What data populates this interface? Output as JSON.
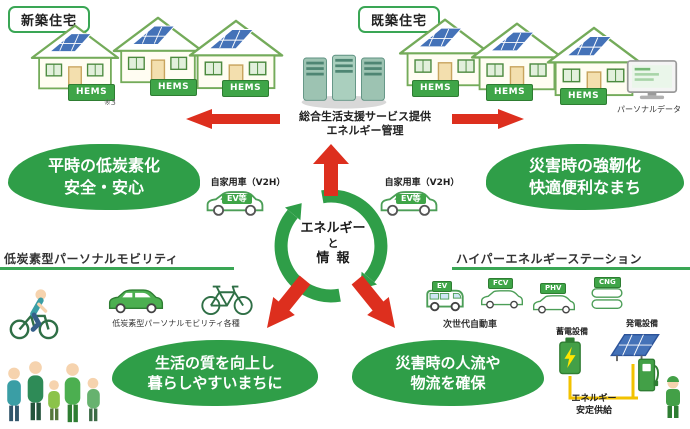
{
  "colors": {
    "green": "#2f9e48",
    "red": "#dd2f1e",
    "yellow": "#f2c200",
    "dark": "#333333"
  },
  "header": {
    "new_housing": "新築住宅",
    "existing_housing": "既築住宅",
    "hems": "HEMS",
    "hems_note": "※3",
    "service_line1": "総合生活支援サービス提供",
    "service_line2": "エネルギー管理",
    "personal_data": "パーソナルデータ"
  },
  "benefits": {
    "top_left": {
      "line1": "平時の低炭素化",
      "line2": "安全・安心"
    },
    "top_right": {
      "line1": "災害時の強靭化",
      "line2": "快適便利なまち"
    },
    "bottom_left": {
      "line1": "生活の質を向上し",
      "line2": "暮らしやすいまちに"
    },
    "bottom_right": {
      "line1": "災害時の人流や",
      "line2": "物流を確保"
    }
  },
  "hub": {
    "line1": "エネルギー",
    "line2": "と",
    "line3": "情報",
    "car_label": "自家用車（V2H）",
    "ev_badge": "EV等"
  },
  "mobility": {
    "title": "低炭素型パーソナルモビリティ",
    "caption": "低炭素型パーソナルモビリティ各種"
  },
  "station": {
    "title": "ハイパーエネルギーステーション",
    "caption": "次世代自動車",
    "vehicle_labels": {
      "ev": "EV",
      "fcv": "FCV",
      "phv": "PHV",
      "cng": "CNG"
    },
    "battery": "蓄電設備",
    "generation": "発電設備",
    "supply_line1": "エネルギー",
    "supply_line2": "安定供給"
  }
}
